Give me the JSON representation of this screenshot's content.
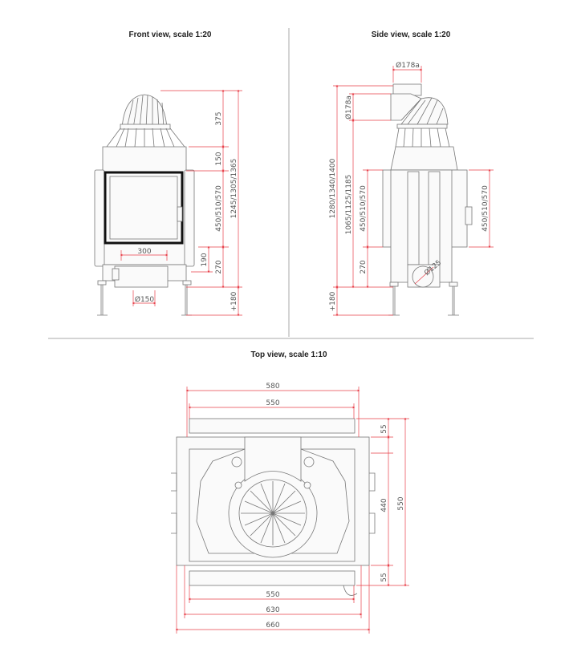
{
  "titles": {
    "front": "Front view, scale 1:20",
    "side": "Side view, scale 1:20",
    "top": "Top view, scale 1:10"
  },
  "front_dims": {
    "d375": "375",
    "d150": "150",
    "door": "450/510/570",
    "total": "1245/1305/1365",
    "d190": "190",
    "d270": "270",
    "d300": "300",
    "flue": "Ø150",
    "legs": "+180"
  },
  "side_dims": {
    "flue_top": "Ø178a",
    "flue_side": "Ø178a",
    "total": "1280/1340/1400",
    "inner": "1065/1125/1185",
    "door_left": "450/510/570",
    "door_right": "450/510/570",
    "d270": "270",
    "air": "Ø125",
    "legs": "+180"
  },
  "top_dims": {
    "d580": "580",
    "d550_top": "550",
    "d55_top": "55",
    "d440": "440",
    "d55_bottom": "55",
    "d550_right": "550",
    "d550_bottom": "550",
    "d630": "630",
    "d660": "660"
  },
  "colors": {
    "dimension": "#e8404a",
    "outline": "#777777"
  }
}
